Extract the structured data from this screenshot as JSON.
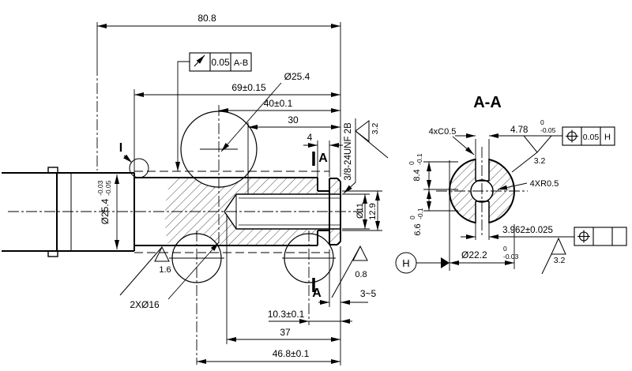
{
  "main": {
    "dim_808": "80.8",
    "dim_69": "69±0.15",
    "dim_40": "40±0.1",
    "dim_30": "30",
    "dim_4": "4",
    "boss_dia": "Ø25.4",
    "shaft_dia": "Ø25.4",
    "shaft_tol_u": "-0.03",
    "shaft_tol_l": "-0.05",
    "thread_label": "3/8-24UNF 2B",
    "fcf": {
      "value": "0.05",
      "datum": "A-B"
    },
    "detail_label": "I",
    "section_letter": "A",
    "rough_thread": "3.2",
    "rough_bottom": "1.6",
    "rough_face": "0.8",
    "dim_3to5": "3~5",
    "holes_label": "2XØ16",
    "hole_dia": "Ø11",
    "neck_dia": "12.9",
    "dim_103": "10.3±0.1",
    "dim_37": "37",
    "dim_468": "46.8±0.1"
  },
  "section": {
    "title": "A-A",
    "chamfer_label": "4xC0.5",
    "dim_478": "4.78",
    "dim_478_tu": "0",
    "dim_478_tl": "-0.05",
    "fcf_top": {
      "value": "0.05",
      "datum": "H"
    },
    "rough_top": "3.2",
    "rough_bot": "3.2",
    "radius_label": "4XR0.5",
    "dim_84": "8.4",
    "dim_84_tu": "0",
    "dim_84_tl": "-0.1",
    "dim_66": "6.6",
    "dim_66_tu": "0",
    "dim_66_tl": "-0.1",
    "dim_3962": "3.962±0.025",
    "dia_222": "Ø22.2",
    "dia_222_tu": "0",
    "dia_222_tl": "-0.03",
    "datum_h": "H"
  }
}
